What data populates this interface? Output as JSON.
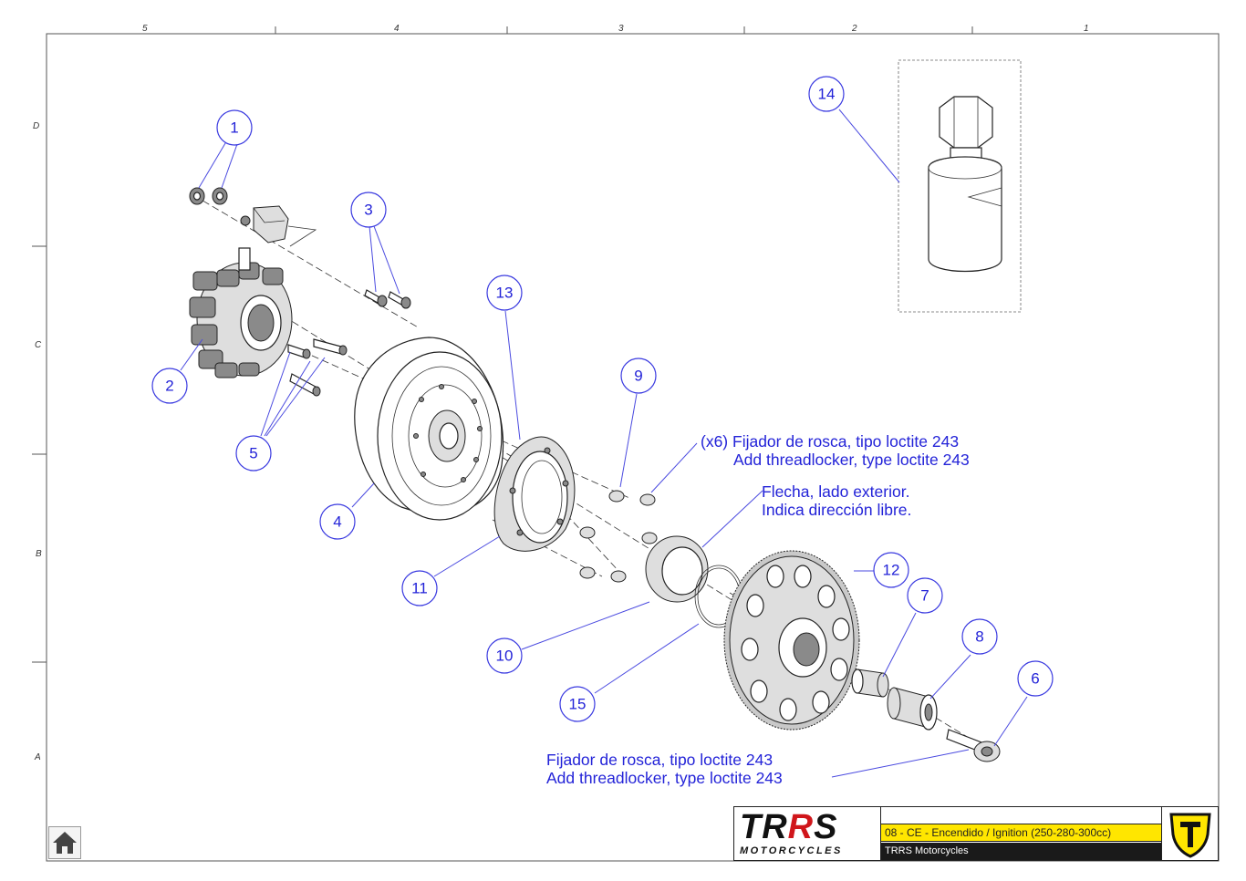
{
  "drawing": {
    "zones_top": [
      "5",
      "4",
      "3",
      "2",
      "1"
    ],
    "zones_side": [
      "D",
      "C",
      "B",
      "A"
    ],
    "callouts": [
      "1",
      "2",
      "3",
      "4",
      "5",
      "6",
      "7",
      "8",
      "9",
      "10",
      "11",
      "12",
      "13",
      "14",
      "15"
    ],
    "notes": {
      "threadlocker_x6_es": "(x6) Fijador de rosca, tipo loctite 243",
      "threadlocker_x6_en": "Add threadlocker, type loctite 243",
      "arrow_es": "Flecha, lado exterior.",
      "arrow_es_2": "Indica dirección libre.",
      "threadlocker_es": "Fijador de rosca, tipo loctite 243",
      "threadlocker_en": "Add threadlocker, type loctite 243"
    }
  },
  "title_block": {
    "logo_main_1": "TR",
    "logo_main_2": "R",
    "logo_main_3": "S",
    "logo_sub": "MOTORCYCLES",
    "doc_title": "08 - CE - Encendido / Ignition (250-280-300cc)",
    "company": "TRRS Motorcycles"
  },
  "colors": {
    "callout_blue": "#2323d8",
    "title_yellow": "#ffe600",
    "brand_red": "#d0161b"
  },
  "icons": {
    "home": "home-icon",
    "emblem": "trrs-shield-icon"
  }
}
